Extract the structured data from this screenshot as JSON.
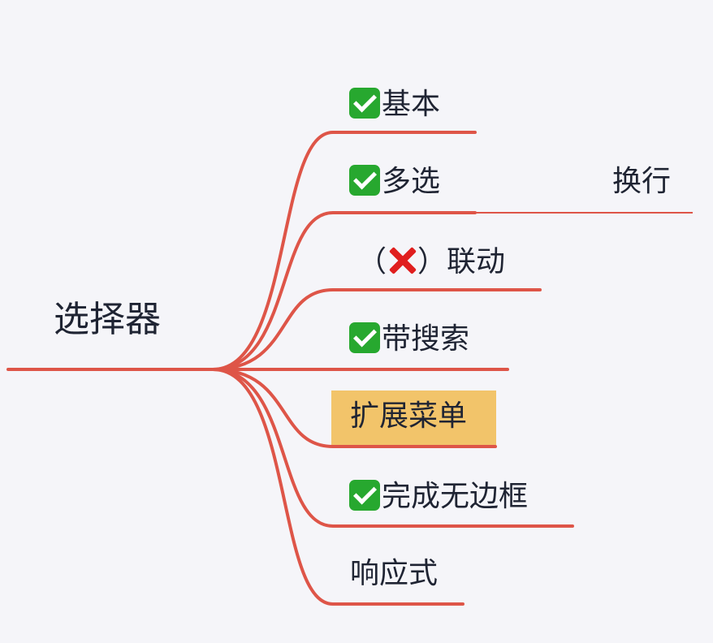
{
  "root": {
    "label": "选择器"
  },
  "branches": [
    {
      "label": "基本",
      "status": "done",
      "icon": "check-icon"
    },
    {
      "label": "多选",
      "status": "done",
      "icon": "check-icon",
      "children": [
        {
          "label": "换行"
        }
      ]
    },
    {
      "label": "联动",
      "status": "not-done",
      "icon": "cross-icon",
      "paren_open": "（",
      "paren_close": "）"
    },
    {
      "label": "带搜索",
      "status": "done",
      "icon": "check-icon"
    },
    {
      "label": "扩展菜单",
      "status": "selected",
      "highlight_color": "#f2c46a"
    },
    {
      "label": "完成无边框",
      "status": "done",
      "icon": "check-icon"
    },
    {
      "label": "响应式"
    }
  ],
  "colors": {
    "line": "#de5548",
    "background": "#f5f5f9",
    "text": "#1f2433",
    "check": "#27a82f",
    "cross": "#e01e1e",
    "highlight": "#f2c46a"
  }
}
